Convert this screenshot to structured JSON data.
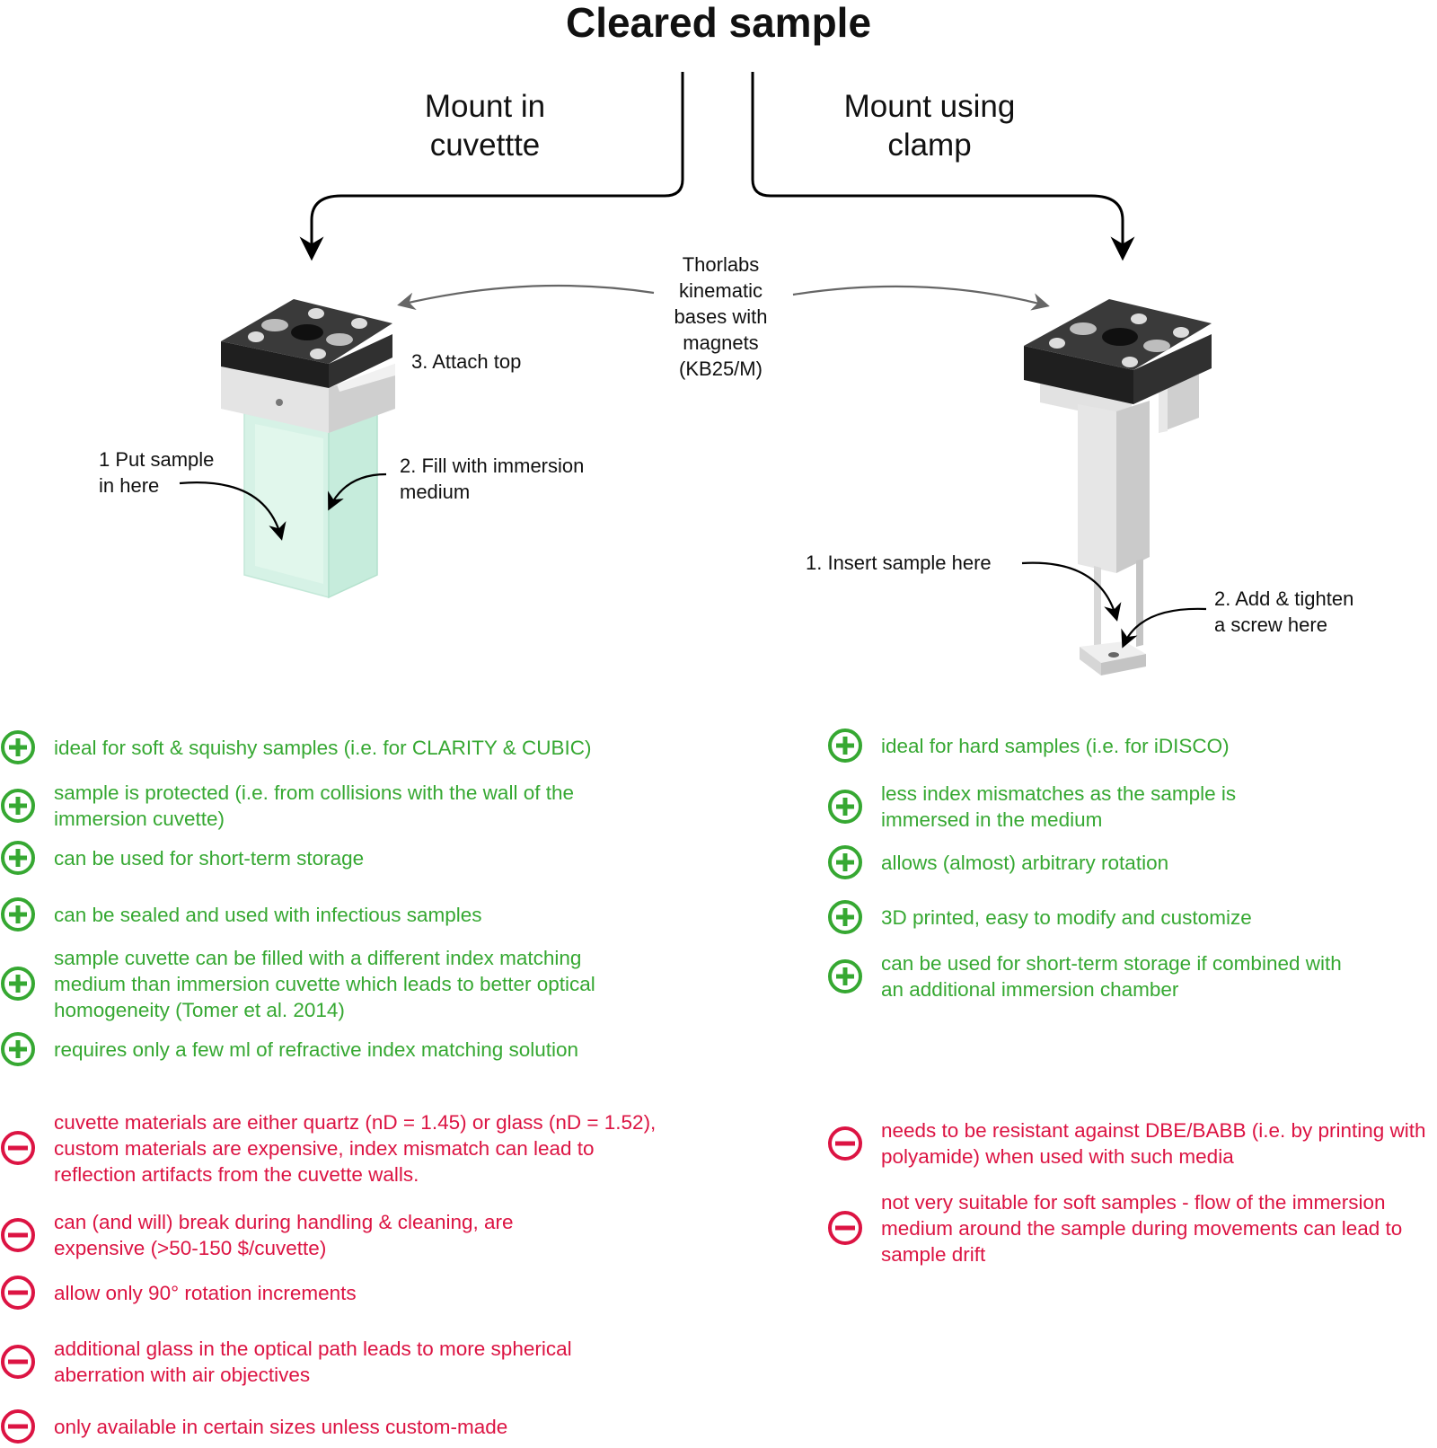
{
  "title": "Cleared sample",
  "branches": {
    "left": {
      "line1": "Mount in",
      "line2": "cuvettte"
    },
    "right": {
      "line1": "Mount using",
      "line2": "clamp"
    }
  },
  "center_label": [
    "Thorlabs",
    "kinematic",
    "bases with",
    "magnets",
    "(KB25/M)"
  ],
  "cuvette_labels": {
    "attach_top": "3. Attach top",
    "put_sample_1": "1 Put sample",
    "put_sample_2": "in here",
    "fill_1": "2. Fill with immersion",
    "fill_2": "medium"
  },
  "clamp_labels": {
    "insert": "1. Insert sample here",
    "screw_1": "2. Add & tighten",
    "screw_2": "a screw here"
  },
  "colors": {
    "pro": "#36a832",
    "con": "#dc1443",
    "base_dark": "#2a2a2a",
    "holder": "#e6e6e6",
    "cuvette": "#cfeee2"
  },
  "icons": {
    "pro": "plus-circle-icon",
    "con": "minus-circle-icon"
  },
  "left_pros": [
    "ideal for soft & squishy samples (i.e. for CLARITY & CUBIC)",
    "sample is protected (i.e. from collisions with the wall of the immersion cuvette)",
    "can be used for short-term storage",
    "can be sealed and used with infectious samples",
    "sample cuvette can be filled with a different index matching medium than immersion cuvette which leads to better optical homogeneity (Tomer et al. 2014)",
    "requires only a few ml of refractive index matching solution"
  ],
  "left_cons": [
    "cuvette materials are either quartz (nD = 1.45) or glass (nD = 1.52), custom materials are expensive, index mismatch can lead to reflection artifacts from the cuvette walls.",
    "can (and will) break during handling & cleaning, are expensive (>50-150 $/cuvette)",
    "allow only 90° rotation increments",
    "additional glass in the optical path leads to more spherical aberration with air objectives",
    "only available in certain sizes unless custom-made"
  ],
  "right_pros": [
    "ideal for hard samples (i.e. for iDISCO)",
    "less index mismatches as the sample is immersed in the medium",
    "allows (almost) arbitrary rotation",
    "3D printed, easy to modify and customize",
    "can be used for short-term storage if combined with an additional immersion chamber"
  ],
  "right_cons": [
    "needs to be resistant against DBE/BABB (i.e. by printing with polyamide) when used with such media",
    "not very suitable for soft samples - flow of the immersion medium around the sample during movements can lead to sample drift"
  ]
}
